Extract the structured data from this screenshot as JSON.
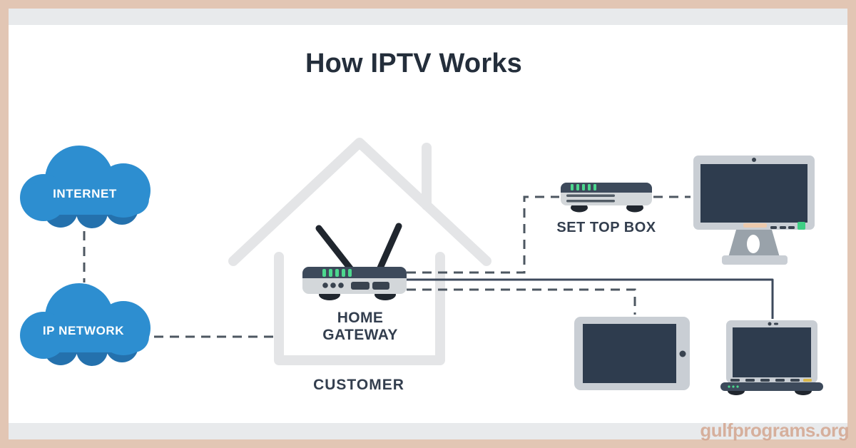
{
  "title": "How IPTV Works",
  "labels": {
    "internet": "INTERNET",
    "ip_network": "IP NETWORK",
    "home_gateway_line1": "HOME",
    "home_gateway_line2": "GATEWAY",
    "customer": "CUSTOMER",
    "set_top_box": "SET TOP BOX"
  },
  "watermark": "gulfprograms.org",
  "colors": {
    "frame_border": "#e2c6b4",
    "band_gray": "#e8eaec",
    "cloud_blue": "#2d8ed0",
    "cloud_blue_dark": "#2471ad",
    "house_outline": "#e4e5e7",
    "device_dark_navy": "#3d4a5b",
    "device_light_gray": "#d3d7da",
    "screen_navy": "#2e3c4e",
    "led_green": "#4cd88e",
    "connector_dash": "#4d5761",
    "connector_solid": "#3d4a5c",
    "label_text": "#333e4e",
    "watermark_text": "#d3a58f"
  }
}
